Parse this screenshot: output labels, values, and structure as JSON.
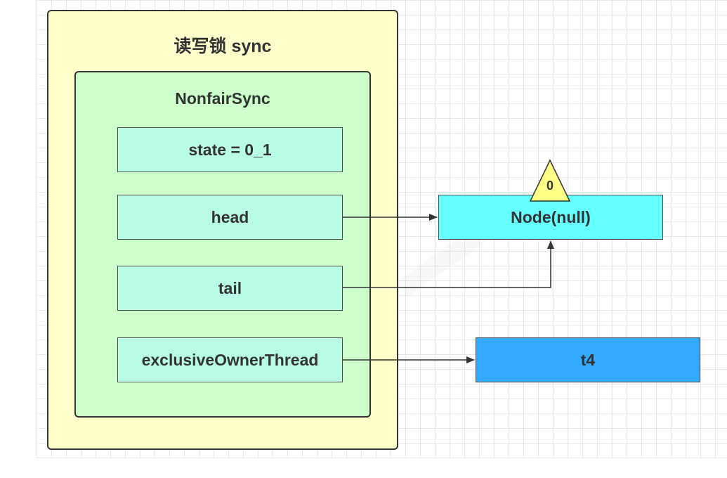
{
  "diagram": {
    "outer_title": "读写锁 sync",
    "inner_title": "NonfairSync",
    "fields": {
      "state": "state = 0_1",
      "head": "head",
      "tail": "tail",
      "exclusive_owner_thread": "exclusiveOwnerThread"
    },
    "nodes": {
      "node_null": "Node(null)",
      "node_waitstatus": "0",
      "t4": "t4"
    }
  },
  "colors": {
    "outer_fill": "#ffffcc",
    "inner_fill": "#ccffcc",
    "field_fill": "#b9fce4",
    "node_null_fill": "#66ffff",
    "t4_fill": "#33aaff",
    "triangle_fill": "#ffff88",
    "line": "#333333"
  },
  "connections": [
    {
      "from": "head",
      "to": "Node(null)"
    },
    {
      "from": "tail",
      "to": "Node(null)"
    },
    {
      "from": "exclusiveOwnerThread",
      "to": "t4"
    }
  ]
}
